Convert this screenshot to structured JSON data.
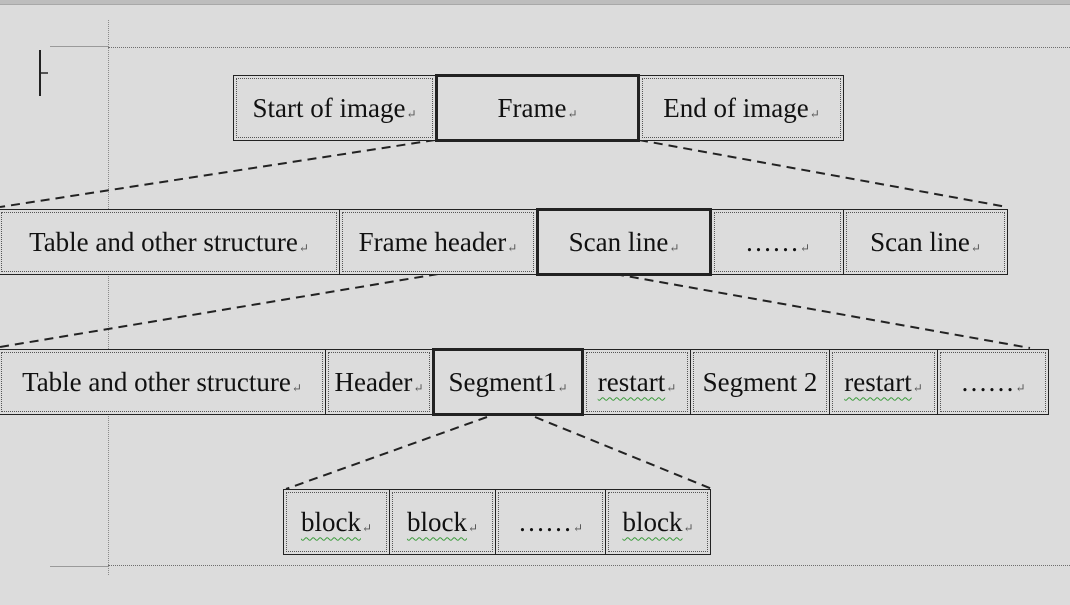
{
  "paragraph_mark": "↵",
  "levels": {
    "image": [
      {
        "id": "start-of-image",
        "label": "Start of image",
        "selected": false,
        "squiggle": false
      },
      {
        "id": "frame",
        "label": "Frame",
        "selected": true,
        "squiggle": false
      },
      {
        "id": "end-of-image",
        "label": "End of image",
        "selected": false,
        "squiggle": false
      }
    ],
    "frame": [
      {
        "id": "table-and-other-structure",
        "label": "Table and other structure",
        "selected": false,
        "squiggle": false
      },
      {
        "id": "frame-header",
        "label": "Frame header",
        "selected": false,
        "squiggle": false
      },
      {
        "id": "scan-line-1",
        "label": "Scan line",
        "selected": true,
        "squiggle": false
      },
      {
        "id": "ellipsis",
        "label": "……",
        "selected": false,
        "squiggle": false
      },
      {
        "id": "scan-line-n",
        "label": "Scan line",
        "selected": false,
        "squiggle": false
      }
    ],
    "scan": [
      {
        "id": "table-and-other-structure",
        "label": "Table and other structure",
        "selected": false,
        "squiggle": false
      },
      {
        "id": "header",
        "label": "Header",
        "selected": false,
        "squiggle": false
      },
      {
        "id": "segment1",
        "label": "Segment1",
        "selected": true,
        "squiggle": false
      },
      {
        "id": "restart-1",
        "label": "restart",
        "selected": false,
        "squiggle": true
      },
      {
        "id": "segment-2",
        "label": "Segment 2",
        "selected": false,
        "squiggle": false
      },
      {
        "id": "restart-2",
        "label": "restart",
        "selected": false,
        "squiggle": true
      },
      {
        "id": "ellipsis",
        "label": "……",
        "selected": false,
        "squiggle": false
      }
    ],
    "segment": [
      {
        "id": "block-1",
        "label": "block",
        "selected": false,
        "squiggle": true
      },
      {
        "id": "block-2",
        "label": "block",
        "selected": false,
        "squiggle": true
      },
      {
        "id": "ellipsis",
        "label": "……",
        "selected": false,
        "squiggle": false
      },
      {
        "id": "block-n",
        "label": "block",
        "selected": false,
        "squiggle": true
      }
    ]
  },
  "expansions": [
    {
      "parent": "image.frame",
      "child_level": "frame"
    },
    {
      "parent": "frame.scan-line-1",
      "child_level": "scan"
    },
    {
      "parent": "scan.segment1",
      "child_level": "segment"
    }
  ]
}
